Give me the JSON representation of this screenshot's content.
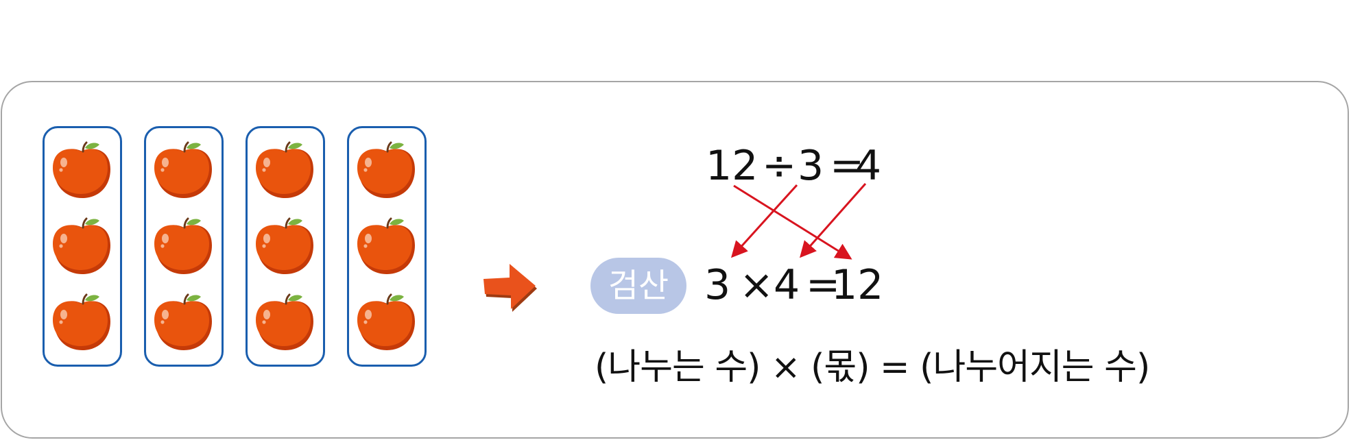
{
  "colors": {
    "panel_border": "#a5a5a5",
    "group_border": "#1a5eae",
    "apple_fill": "#e9540d",
    "apple_shadow": "#c53a08",
    "leaf": "#7cb341",
    "connector_arrows": "#d8141f",
    "direction_arrow": "#e9521c",
    "badge_fill": "#b8c6e6",
    "badge_text": "#ffffff",
    "text": "#111111"
  },
  "groups": {
    "count": 4,
    "items_per_group": 3,
    "item_icon": "apple-icon"
  },
  "direction_icon": "right-arrow-icon",
  "division": {
    "dividend": "12",
    "op": "÷",
    "divisor": "3",
    "eq": "=",
    "quotient": "4"
  },
  "check": {
    "badge_label": "검산",
    "factor1": "3",
    "op": "×",
    "factor2": "4",
    "eq": "=",
    "product": "12"
  },
  "formula": {
    "text": "(나누는 수) × (몫) = (나누어지는 수)"
  }
}
